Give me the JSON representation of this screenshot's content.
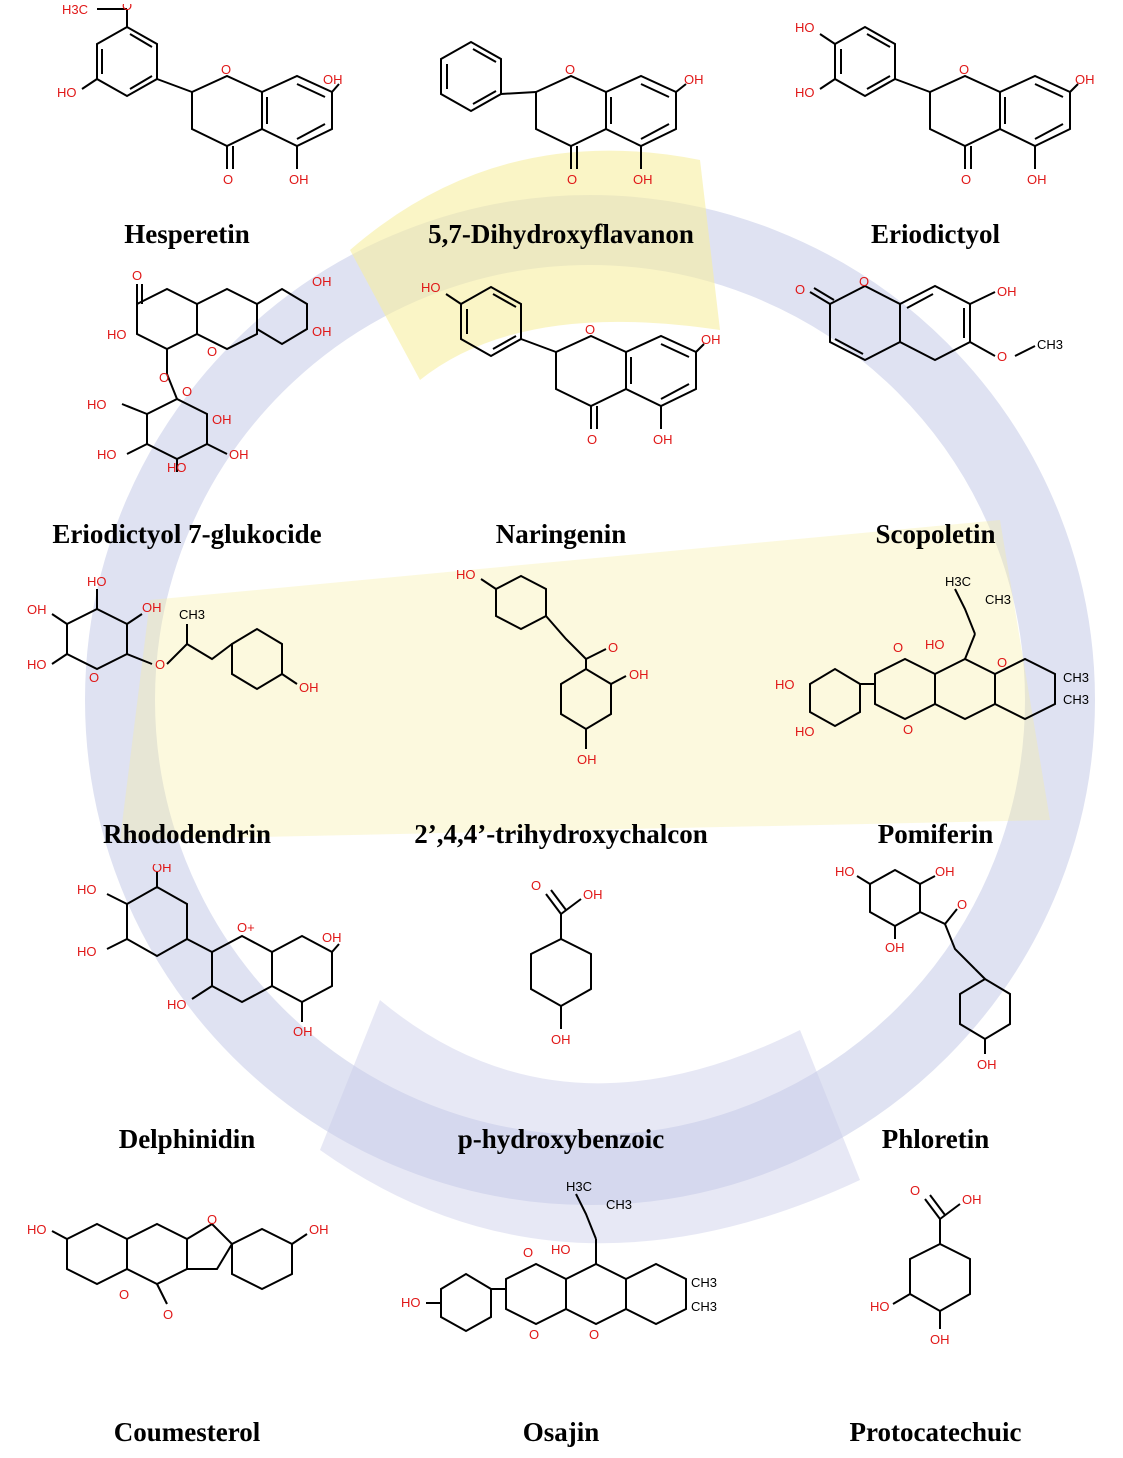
{
  "compounds": [
    {
      "name": "Hesperetin",
      "labels": [
        "H3C",
        "O",
        "HO",
        "O",
        "OH",
        "O",
        "OH"
      ]
    },
    {
      "name": "5,7-Dihydroxyflavanon",
      "labels": [
        "O",
        "OH",
        "O",
        "OH"
      ]
    },
    {
      "name": "Eriodictyol",
      "labels": [
        "HO",
        "HO",
        "O",
        "OH",
        "O",
        "OH"
      ]
    },
    {
      "name": "Eriodictyol 7-glukocide",
      "labels": [
        "O",
        "OH",
        "OH",
        "HO",
        "O",
        "O",
        "HO",
        "O",
        "HO",
        "HO",
        "OH",
        "OH"
      ]
    },
    {
      "name": "Naringenin",
      "labels": [
        "HO",
        "O",
        "OH",
        "O",
        "OH"
      ]
    },
    {
      "name": "Scopoletin",
      "labels": [
        "O",
        "O",
        "OH",
        "O",
        "CH3"
      ]
    },
    {
      "name": "Rhododendrin",
      "labels": [
        "HO",
        "OH",
        "OH",
        "HO",
        "O",
        "O",
        "CH3",
        "OH"
      ]
    },
    {
      "name": "2’,4,4’-trihydroxychalcon",
      "labels": [
        "HO",
        "O",
        "OH",
        "OH"
      ]
    },
    {
      "name": "Pomiferin",
      "labels": [
        "H3C",
        "CH3",
        "HO",
        "O",
        "HO",
        "O",
        "CH3",
        "CH3",
        "HO",
        "O"
      ]
    },
    {
      "name": "Delphinidin",
      "labels": [
        "OH",
        "HO",
        "HO",
        "O+",
        "OH",
        "HO",
        "OH"
      ]
    },
    {
      "name": "p-hydroxybenzoic",
      "labels": [
        "O",
        "OH",
        "OH"
      ]
    },
    {
      "name": "Phloretin",
      "labels": [
        "HO",
        "OH",
        "O",
        "OH",
        "OH"
      ]
    },
    {
      "name": "Coumesterol",
      "labels": [
        "O",
        "OH",
        "HO",
        "O",
        "O"
      ]
    },
    {
      "name": "Osajin",
      "labels": [
        "H3C",
        "CH3",
        "HO",
        "O",
        "HO",
        "O",
        "CH3",
        "CH3",
        "O"
      ]
    },
    {
      "name": "Protocatechuic",
      "labels": [
        "O",
        "OH",
        "HO",
        "OH"
      ]
    }
  ],
  "colors": {
    "bond": "#000000",
    "heteroatom": "#e01818",
    "watermark": "#f5e98a",
    "watermark_blue": "#c9cde8"
  }
}
